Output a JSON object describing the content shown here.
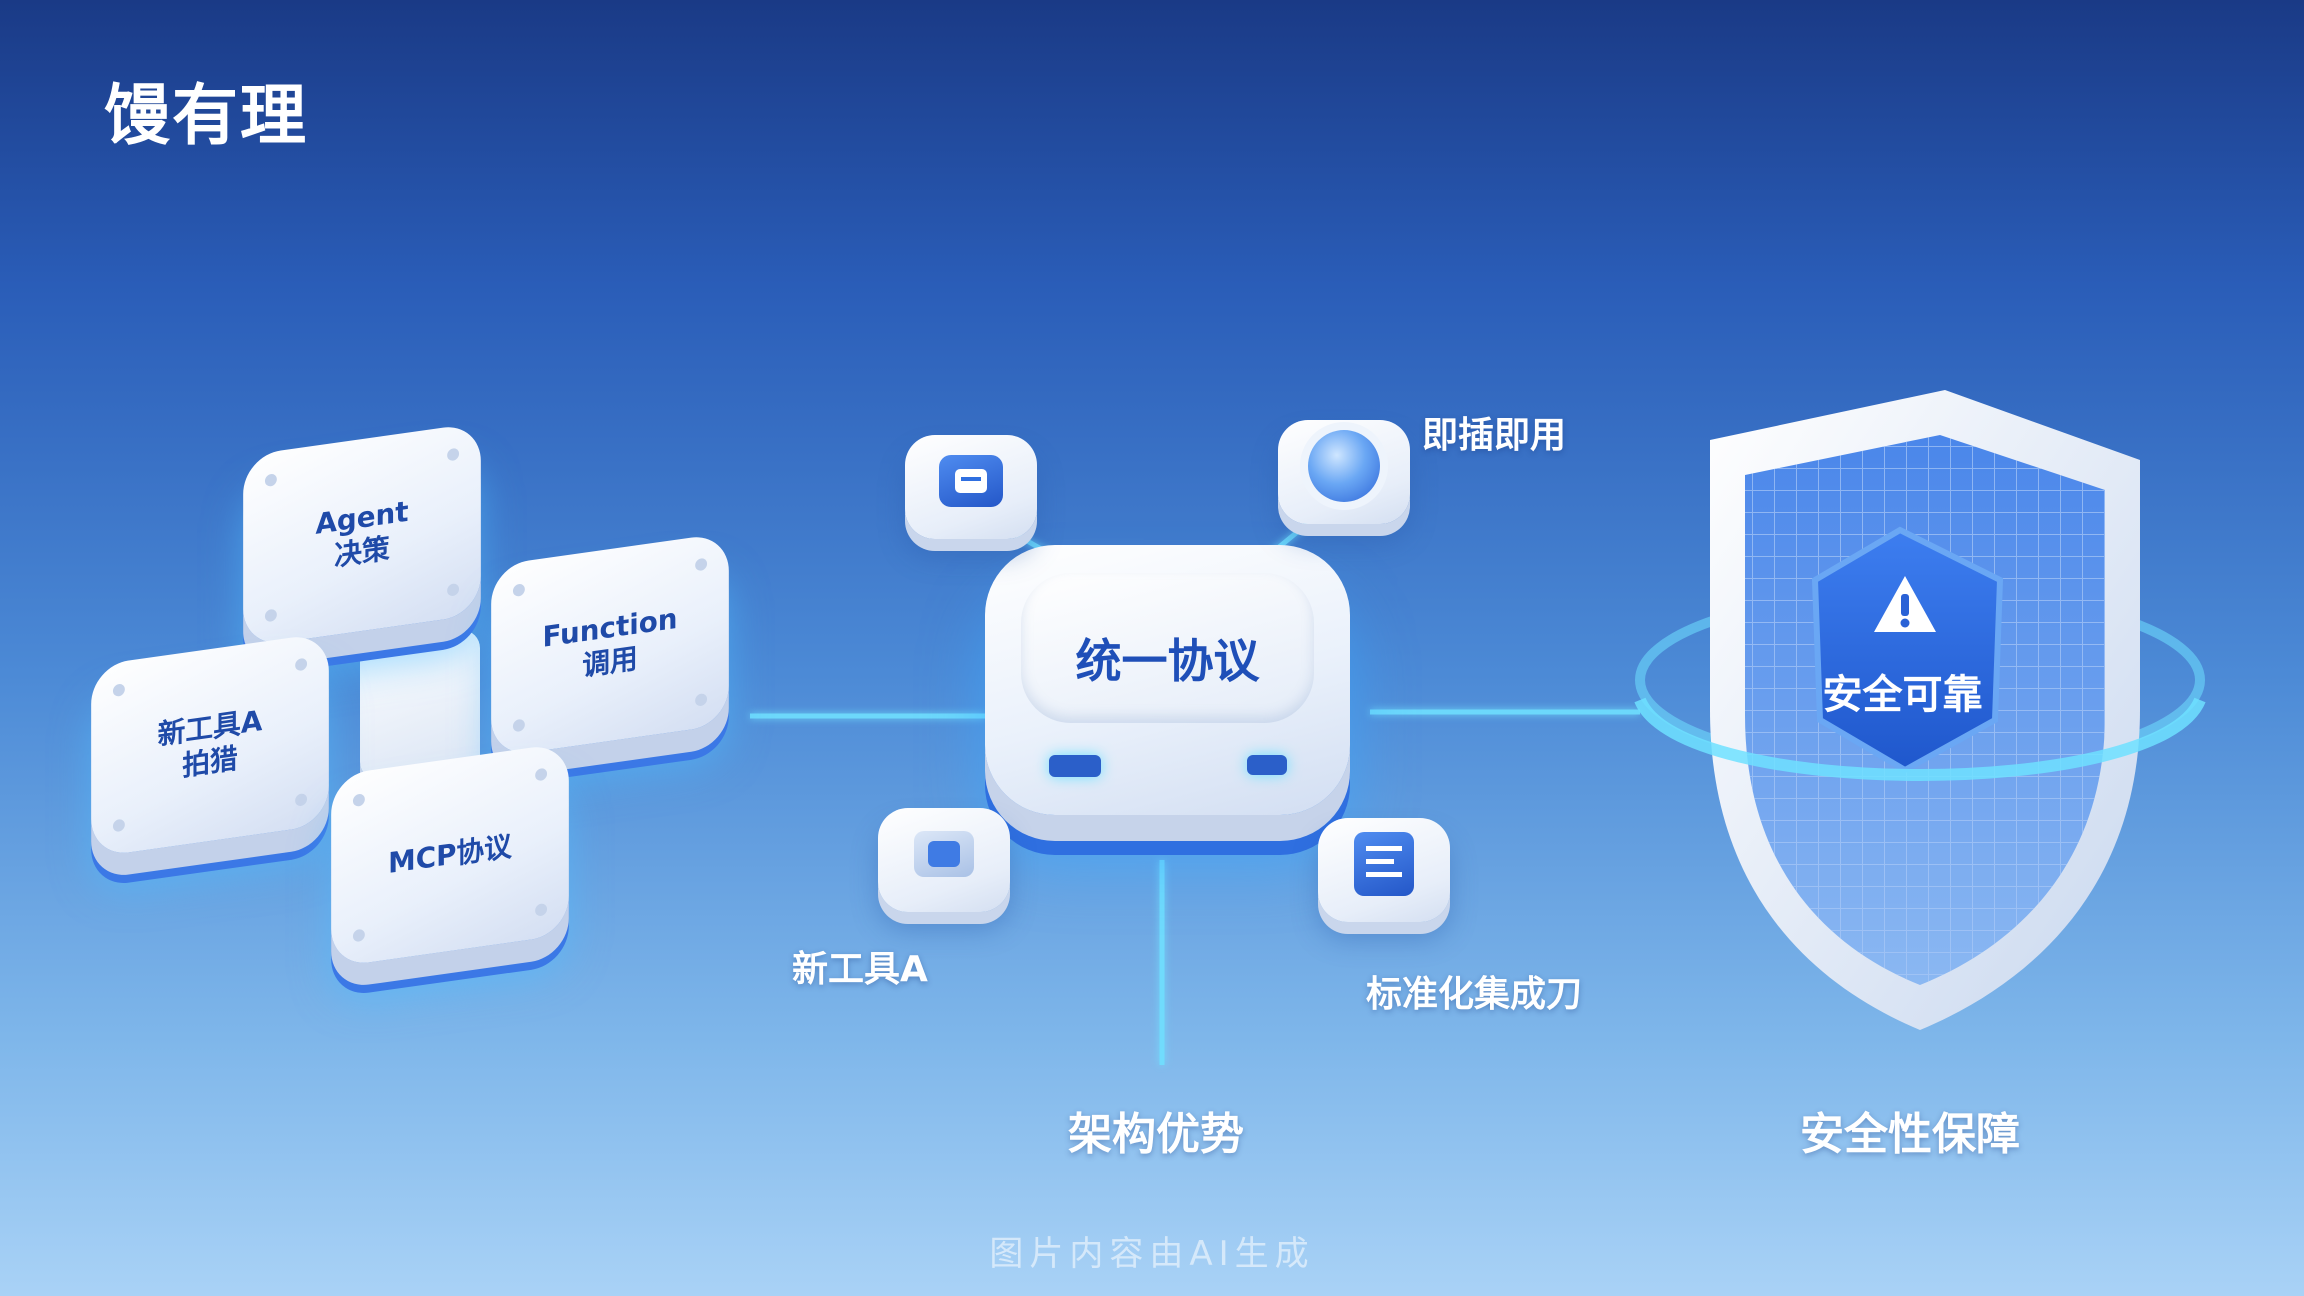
{
  "brand": {
    "logo": "馒有理"
  },
  "colors": {
    "accent": "#2f6fe0",
    "glow": "#5fd8ff",
    "tile_text": "#1f4aa8"
  },
  "modules": [
    {
      "lines": [
        "Agent",
        "决策"
      ]
    },
    {
      "lines": [
        "Function",
        "调用"
      ]
    },
    {
      "lines": [
        "新工具A",
        "拍猎"
      ]
    },
    {
      "lines": [
        "MCP协议"
      ]
    }
  ],
  "hub": {
    "label": "统一协议",
    "satellites": [
      {
        "icon": "document-icon"
      },
      {
        "icon": "button-icon",
        "label": "即插即用"
      },
      {
        "icon": "chip-icon",
        "label": "新工具A"
      },
      {
        "icon": "list-document-icon",
        "label": "标准化集成刀"
      }
    ],
    "caption": "架构优势"
  },
  "shield": {
    "label": "安全可靠",
    "icon": "warning-icon",
    "caption": "安全性保障"
  },
  "footer": "图片内容由AI生成"
}
